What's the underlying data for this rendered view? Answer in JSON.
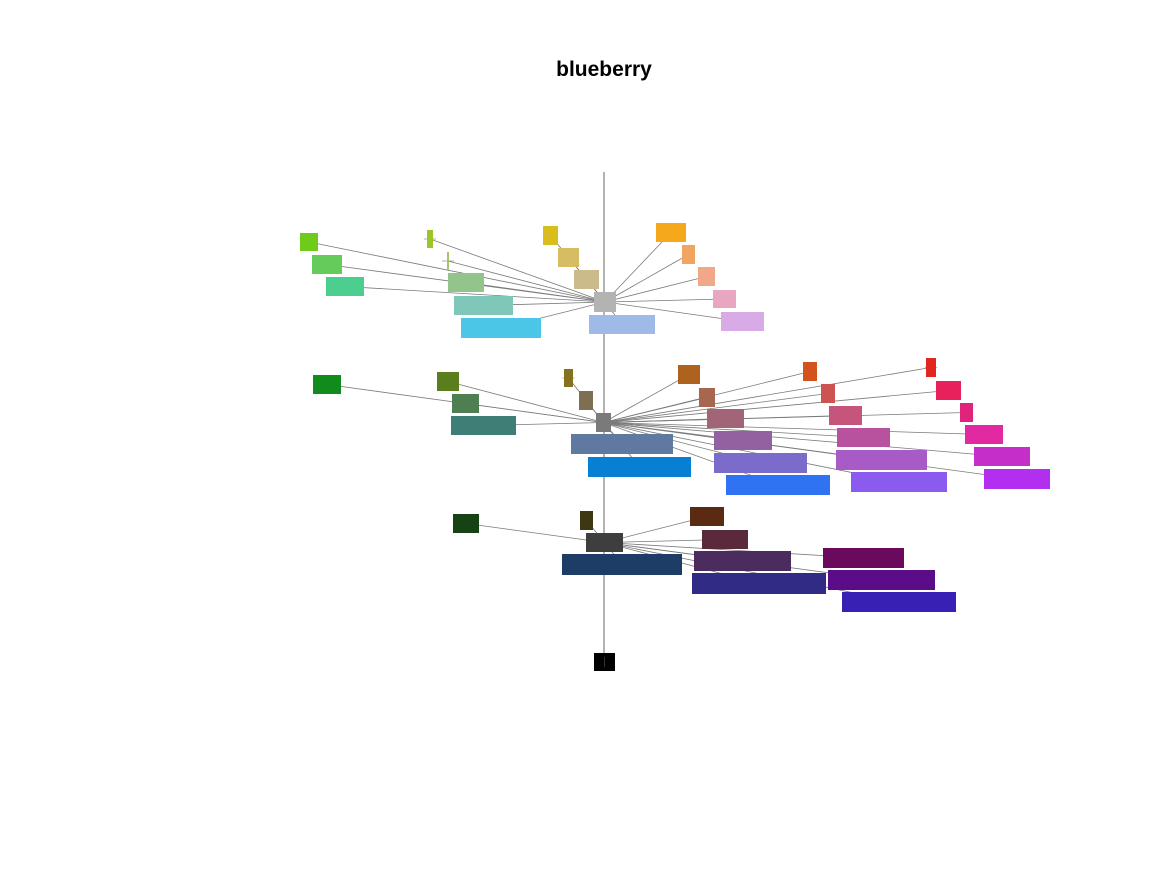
{
  "chart_data": {
    "type": "scatter",
    "title": "blueberry",
    "axis_color": "#808080",
    "link_color": "#7a7a7a",
    "hubs": [
      {
        "id": "light",
        "color": "#b3b3b3"
      },
      {
        "id": "mid",
        "color": "#7a7a7a"
      },
      {
        "id": "dark",
        "color": "#3e3e3e"
      },
      {
        "id": "black",
        "color": "#000000"
      }
    ],
    "nodes": [
      {
        "hub": "light",
        "color": "#6ecb1a"
      },
      {
        "hub": "light",
        "color": "#9cc52a"
      },
      {
        "hub": "light",
        "color": "#d9bd1c"
      },
      {
        "hub": "light",
        "color": "#f5a81c"
      },
      {
        "hub": "light",
        "color": "#65cc5b"
      },
      {
        "hub": "light",
        "color": "#a8c36b"
      },
      {
        "hub": "light",
        "color": "#d6bc63"
      },
      {
        "hub": "light",
        "color": "#f0a563"
      },
      {
        "hub": "light",
        "color": "#4ccf8e"
      },
      {
        "hub": "light",
        "color": "#93c48a"
      },
      {
        "hub": "light",
        "color": "#cbbb8a"
      },
      {
        "hub": "light",
        "color": "#f1a889"
      },
      {
        "hub": "light",
        "color": "#7ec7b9"
      },
      {
        "hub": "light",
        "color": "#e8a6c1"
      },
      {
        "hub": "light",
        "color": "#4cc6e6"
      },
      {
        "hub": "light",
        "color": "#a0bae8"
      },
      {
        "hub": "light",
        "color": "#d8abe6"
      },
      {
        "hub": "mid",
        "color": "#118b1c"
      },
      {
        "hub": "mid",
        "color": "#5a7e1e"
      },
      {
        "hub": "mid",
        "color": "#85721e"
      },
      {
        "hub": "mid",
        "color": "#ad631e"
      },
      {
        "hub": "mid",
        "color": "#d3531f"
      },
      {
        "hub": "mid",
        "color": "#e2251f"
      },
      {
        "hub": "mid",
        "color": "#4e7f53"
      },
      {
        "hub": "mid",
        "color": "#7e6f52"
      },
      {
        "hub": "mid",
        "color": "#a66650"
      },
      {
        "hub": "mid",
        "color": "#cc5352"
      },
      {
        "hub": "mid",
        "color": "#e7215b"
      },
      {
        "hub": "mid",
        "color": "#3f7e77"
      },
      {
        "hub": "mid",
        "color": "#a26477"
      },
      {
        "hub": "mid",
        "color": "#c5557b"
      },
      {
        "hub": "mid",
        "color": "#e0237b"
      },
      {
        "hub": "mid",
        "color": "#9461a0"
      },
      {
        "hub": "mid",
        "color": "#b8529f"
      },
      {
        "hub": "mid",
        "color": "#e12aa1"
      },
      {
        "hub": "mid",
        "color": "#5f79a0"
      },
      {
        "hub": "mid",
        "color": "#c62ec9"
      },
      {
        "hub": "mid",
        "color": "#7b6ccb"
      },
      {
        "hub": "mid",
        "color": "#a85ac6"
      },
      {
        "hub": "mid",
        "color": "#077fd2"
      },
      {
        "hub": "mid",
        "color": "#2f73f3"
      },
      {
        "hub": "mid",
        "color": "#8a5bee"
      },
      {
        "hub": "mid",
        "color": "#b32ff0"
      },
      {
        "hub": "dark",
        "color": "#174214"
      },
      {
        "hub": "dark",
        "color": "#3d3812"
      },
      {
        "hub": "dark",
        "color": "#5b2a13"
      },
      {
        "hub": "dark",
        "color": "#5a2a3c"
      },
      {
        "hub": "dark",
        "color": "#4c2b5e"
      },
      {
        "hub": "dark",
        "color": "#6b0a5c"
      },
      {
        "hub": "dark",
        "color": "#1e3d66"
      },
      {
        "hub": "dark",
        "color": "#5b0c88"
      },
      {
        "hub": "dark",
        "color": "#302c86"
      },
      {
        "hub": "dark",
        "color": "#3820b4"
      }
    ]
  }
}
